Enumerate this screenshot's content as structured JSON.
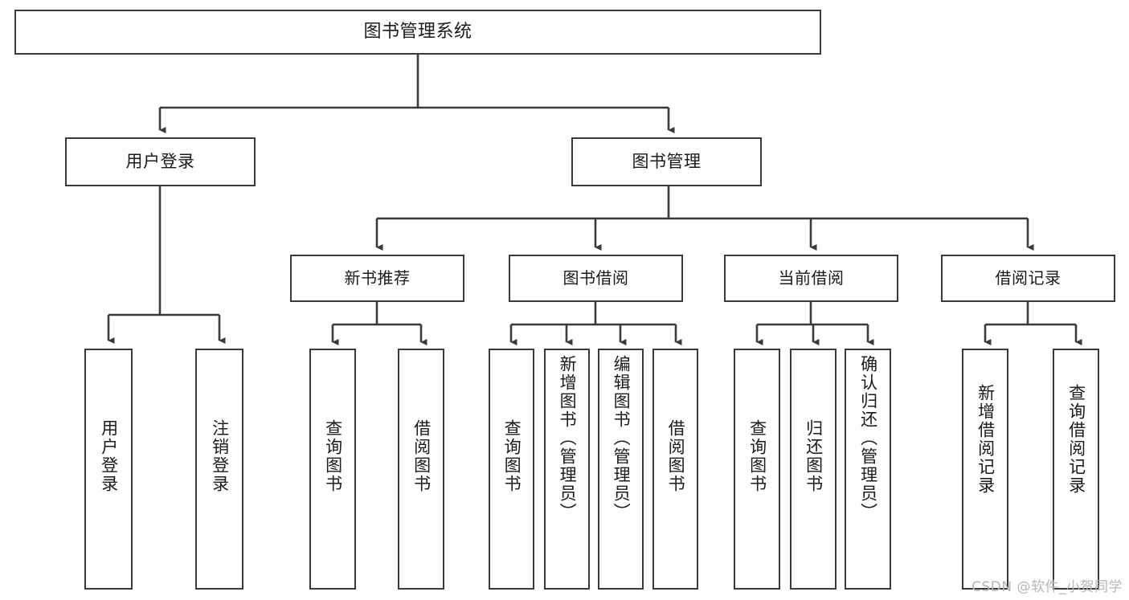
{
  "diagram": {
    "title": "图书管理系统",
    "watermark": "CSDN @软件_小贺同学",
    "type": "tree-hierarchy-chart",
    "colors": {
      "border": "#3a3a3a",
      "background": "#ffffff",
      "text": "#1a1a1a",
      "watermark": "#b6b6b6"
    },
    "root": {
      "label": "图书管理系统"
    },
    "level2": [
      {
        "label": "用户登录"
      },
      {
        "label": "图书管理"
      }
    ],
    "level3": [
      {
        "label": "新书推荐"
      },
      {
        "label": "图书借阅"
      },
      {
        "label": "当前借阅"
      },
      {
        "label": "借阅记录"
      }
    ],
    "leaves": {
      "user_login": [
        {
          "label": "用户登录"
        },
        {
          "label": "注销登录"
        }
      ],
      "new_book_recommend": [
        {
          "label": "查询图书"
        },
        {
          "label": "借阅图书"
        }
      ],
      "book_borrow": [
        {
          "label": "查询图书"
        },
        {
          "label": "新增图书（管理员）"
        },
        {
          "label": "编辑图书（管理员）"
        },
        {
          "label": "借阅图书"
        }
      ],
      "current_borrow": [
        {
          "label": "查询图书"
        },
        {
          "label": "归还图书"
        },
        {
          "label": "确认归还（管理员）"
        }
      ],
      "borrow_record": [
        {
          "label": "新增借阅记录"
        },
        {
          "label": "查询借阅记录"
        }
      ]
    }
  }
}
